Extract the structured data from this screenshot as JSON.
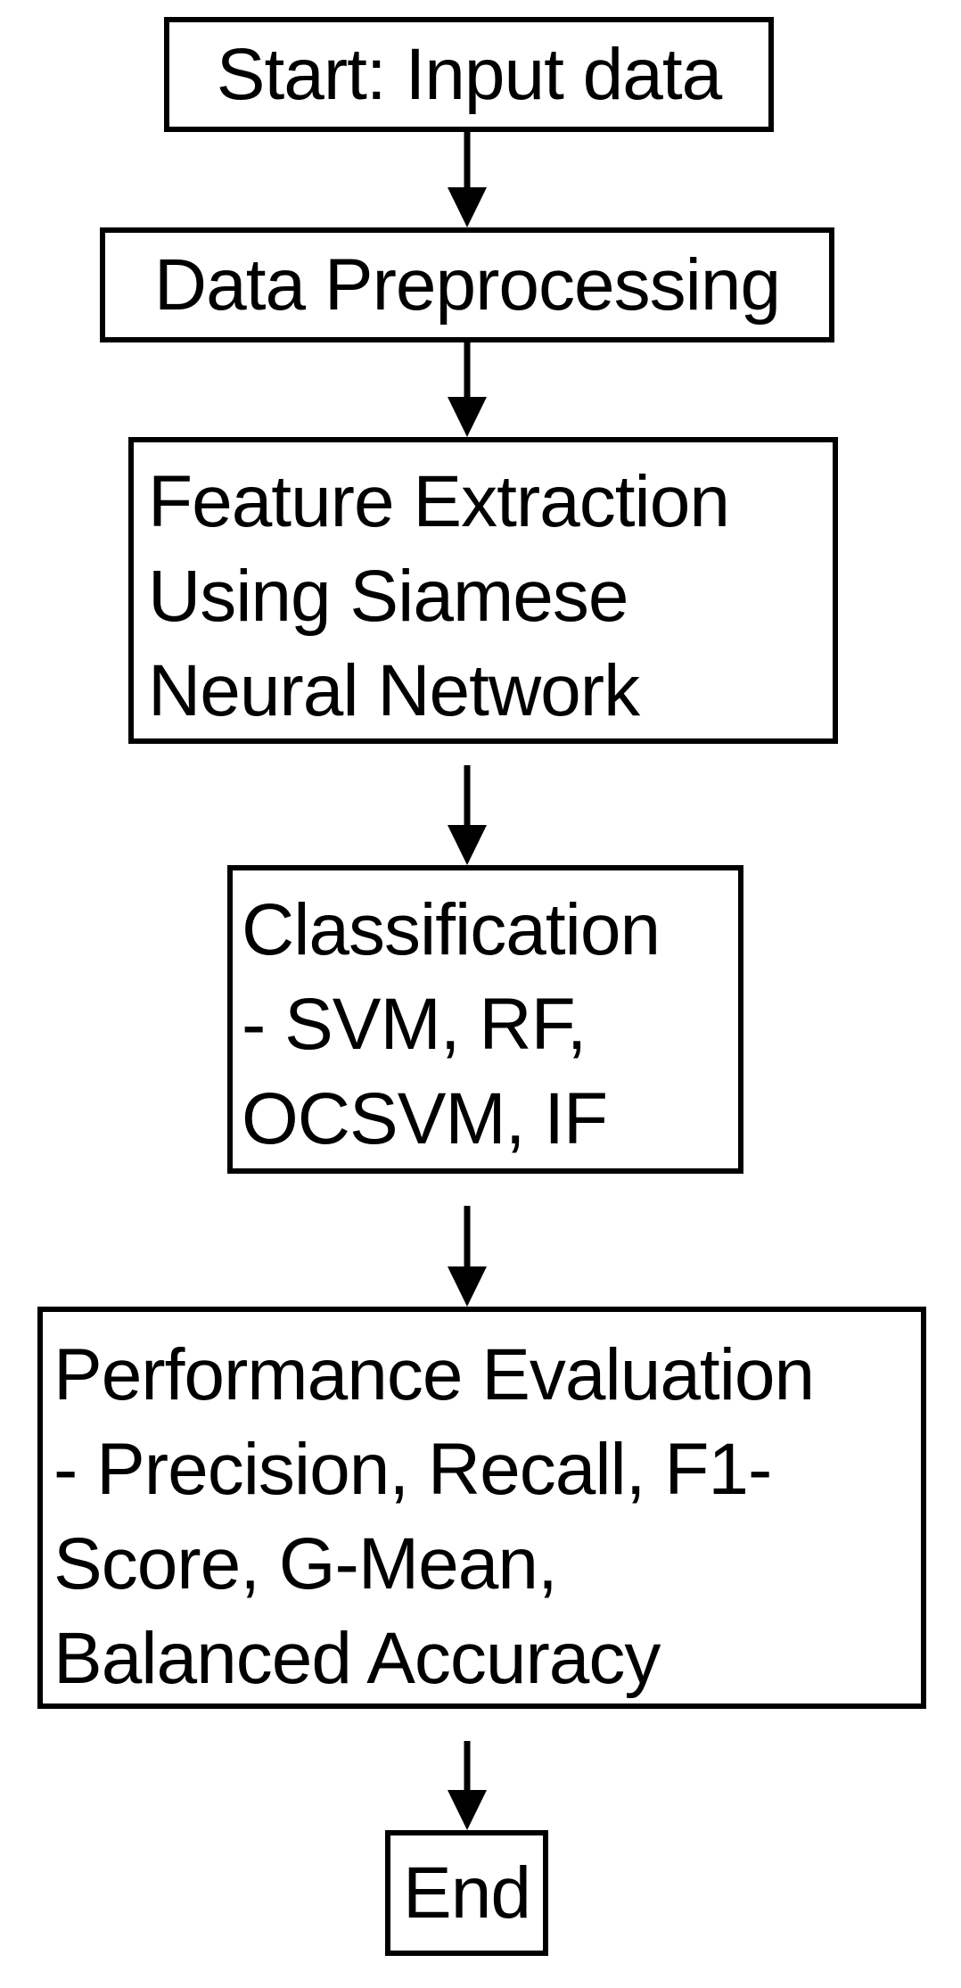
{
  "flowchart": {
    "start": {
      "lines": [
        "Start: Input data"
      ]
    },
    "preprocessing": {
      "lines": [
        "Data Preprocessing"
      ]
    },
    "feature_extraction": {
      "lines": [
        "Feature Extraction",
        "Using Siamese",
        "Neural Network"
      ]
    },
    "classification": {
      "lines": [
        "Classification",
        "- SVM, RF,",
        "OCSVM, IF"
      ]
    },
    "evaluation": {
      "lines": [
        "Performance Evaluation",
        "- Precision, Recall, F1-",
        "Score, G-Mean,",
        "Balanced Accuracy"
      ]
    },
    "end": {
      "lines": [
        "End"
      ]
    }
  },
  "colors": {
    "stroke": "#000000",
    "background": "#ffffff"
  }
}
